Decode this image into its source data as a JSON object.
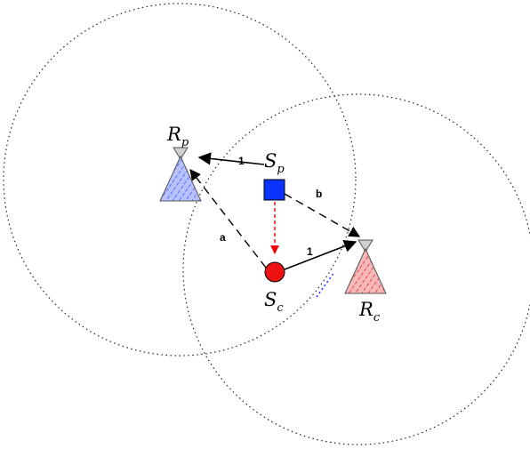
{
  "nodes": {
    "receiver_primary": {
      "symbol": "R",
      "subscript": "p",
      "fill": "#9aa8ff",
      "hatch": "#3b5cff"
    },
    "sender_primary": {
      "symbol": "S",
      "subscript": "p",
      "fill": "#0a33ff"
    },
    "sender_cognitive": {
      "symbol": "S",
      "subscript": "c",
      "fill": "#ee1111"
    },
    "receiver_cognitive": {
      "symbol": "R",
      "subscript": "c",
      "fill": "#f0a0a0",
      "hatch": "#e03030"
    }
  },
  "edges": {
    "sp_to_rp": "1",
    "sp_to_rc": "b",
    "sc_to_rp": "a",
    "sc_to_rc": "1"
  },
  "colors": {
    "interference_link": "#e00000",
    "primary_node": "#0a33ff",
    "cognitive_node": "#ee1111"
  }
}
